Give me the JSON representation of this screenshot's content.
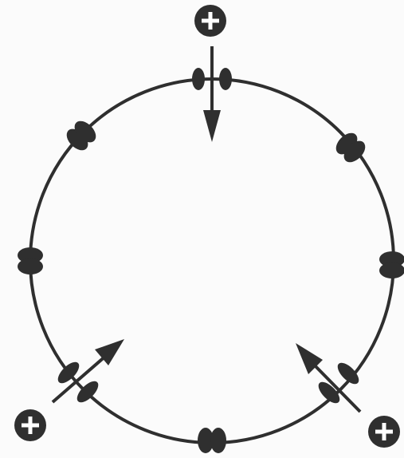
{
  "diagram": {
    "colors": {
      "background": "#fbfbfb",
      "ink": "#2f2f2f",
      "ion_fill": "#2f2f2f",
      "ion_symbol": "#ffffff"
    },
    "cell": {
      "icon": "membrane-circle-icon"
    },
    "channels": [
      {
        "name": "closed-channel-upper-left",
        "state": "closed"
      },
      {
        "name": "closed-channel-upper-right",
        "state": "closed"
      },
      {
        "name": "closed-channel-left",
        "state": "closed"
      },
      {
        "name": "closed-channel-right",
        "state": "closed"
      },
      {
        "name": "closed-channel-bottom",
        "state": "closed"
      }
    ],
    "open_channels": [
      {
        "name": "open-channel-top",
        "state": "open"
      },
      {
        "name": "open-channel-lower-left",
        "state": "open"
      },
      {
        "name": "open-channel-lower-right",
        "state": "open"
      }
    ],
    "ions": [
      {
        "name": "cation-top",
        "symbol": "+",
        "direction": "inward"
      },
      {
        "name": "cation-lower-left",
        "symbol": "+",
        "direction": "inward"
      },
      {
        "name": "cation-lower-right",
        "symbol": "+",
        "direction": "inward"
      }
    ]
  }
}
